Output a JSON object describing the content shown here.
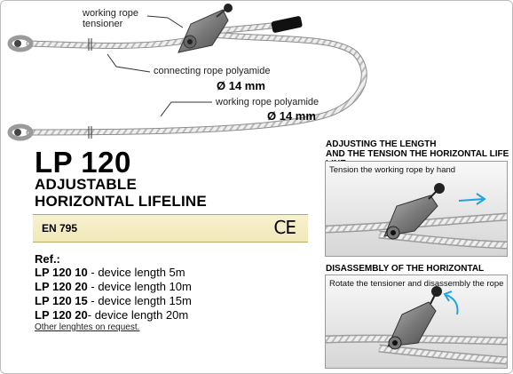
{
  "illustration": {
    "tensioner_callout": [
      "working rope",
      "tensioner"
    ],
    "connecting_rope_label": "connecting rope polyamide",
    "connecting_rope_diameter": "Ø 14 mm",
    "working_rope_label": "working rope polyamide",
    "working_rope_diameter": "Ø 14 mm"
  },
  "product": {
    "model": "LP 120",
    "subtitle_line1": "ADJUSTABLE",
    "subtitle_line2": "HORIZONTAL LIFELINE",
    "standard": "EN 795",
    "ce_mark": "CE"
  },
  "references": {
    "label": "Ref.:",
    "items": [
      {
        "code": "LP 120 10",
        "text": " - device length   5m"
      },
      {
        "code": "LP 120 20",
        "text": " - device length 10m"
      },
      {
        "code": "LP 120 15",
        "text": " - device length 15m"
      },
      {
        "code": "LP 120 20",
        "text": "- device length 20m"
      }
    ],
    "footnote": "Other lenghtes on request."
  },
  "panels": {
    "adjust": {
      "heading_line1": "ADJUSTING THE LENGTH",
      "heading_line2": "AND THE TENSION THE HORIZONTAL LIFE LINE",
      "caption": "Tension the working rope by hand"
    },
    "disassembly": {
      "heading": "DISASSEMBLY OF THE HORIZONTAL LIFELINE",
      "caption": "Rotate the tensioner and disassembly the rope"
    }
  },
  "colors": {
    "arrow": "#1fa3e0",
    "standard_bar": "#f3ebc2",
    "metal": "#7c7c7c"
  }
}
